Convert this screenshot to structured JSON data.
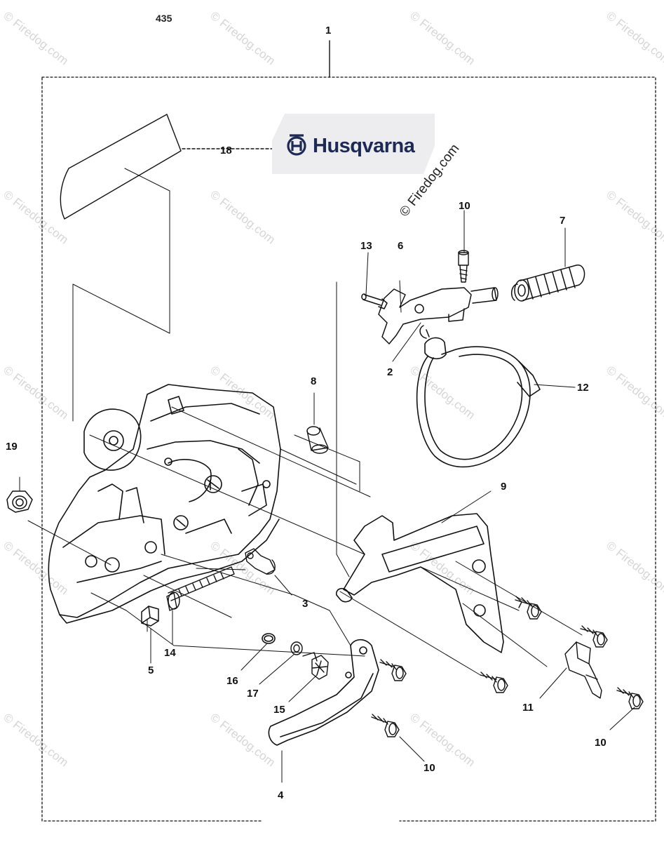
{
  "page": {
    "code": "435"
  },
  "brand": {
    "logo_text": "Husqvarna"
  },
  "watermark": {
    "text": "© Firedog.com"
  },
  "callouts": {
    "c1": "1",
    "c2": "2",
    "c3": "3",
    "c4": "4",
    "c5": "5",
    "c6": "6",
    "c7": "7",
    "c8": "8",
    "c9": "9",
    "c10": "10",
    "c11": "11",
    "c12": "12",
    "c13": "13",
    "c14": "14",
    "c15": "15",
    "c16": "16",
    "c17": "17",
    "c18": "18",
    "c19": "19"
  },
  "colors": {
    "line": "#111111",
    "watermark": "#d6d6d6",
    "logo_bg": "#ededf0",
    "logo_text": "#1c2a55"
  }
}
